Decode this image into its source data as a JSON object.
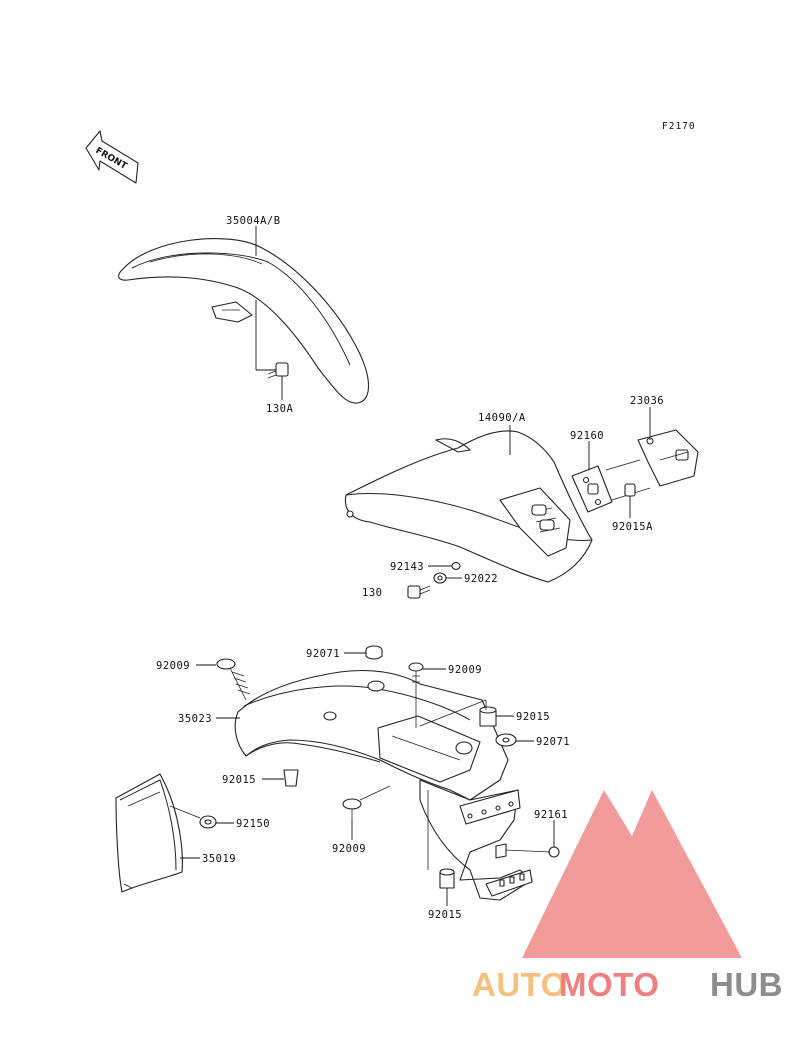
{
  "figure_code": "F2170",
  "front_label": "FRONT",
  "watermark": {
    "word_1": "AUTO",
    "word_2": "MOTO",
    "word_3": "HUB",
    "color_1": "#f5c080",
    "color_2": "#f07f7f",
    "color_3": "#8c8c8c",
    "mark_color": "#f08a8a"
  },
  "parts": {
    "p35004ab": "35004A/B",
    "p130a": "130A",
    "p14090a": "14090/A",
    "p23036": "23036",
    "p92160": "92160",
    "p92015a": "92015A",
    "p92143": "92143",
    "p92022": "92022",
    "p130": "130",
    "p92071_top": "92071",
    "p92009_left": "92009",
    "p92009_top": "92009",
    "p35023": "35023",
    "p92015_r": "92015",
    "p92071_r": "92071",
    "p92015_l": "92015",
    "p92150": "92150",
    "p35019": "35019",
    "p92161": "92161",
    "p92009_bot": "92009",
    "p92015_bot": "92015"
  }
}
